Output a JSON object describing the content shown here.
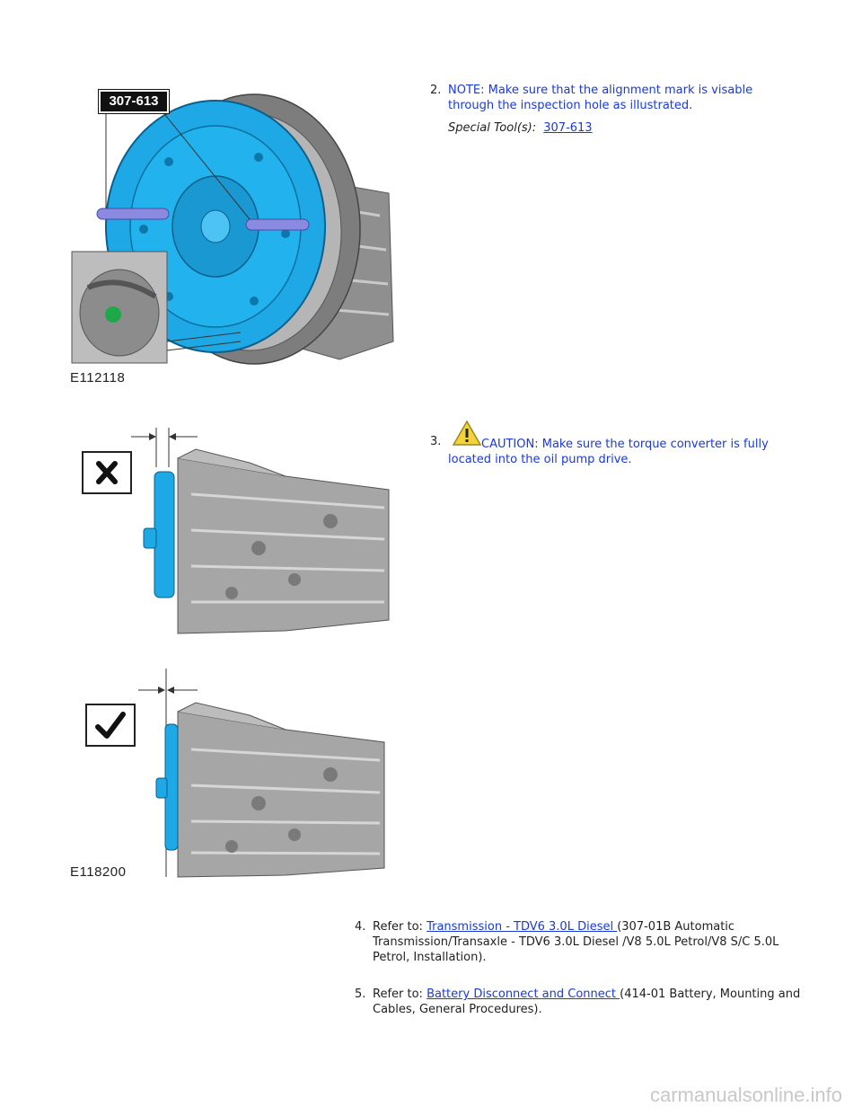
{
  "steps": [
    {
      "number": "2.",
      "note": "NOTE: Make sure that the alignment mark is visable",
      "note_line2": "through the inspection hole as illustrated.",
      "special_tools_label": "Special Tool(s):",
      "special_tools_link": "307-613"
    },
    {
      "number": "3.",
      "caution_line1": "CAUTION: Make sure the torque converter is fully",
      "caution_line2": "located into the oil pump drive."
    },
    {
      "number": "4.",
      "prefix": "Refer to:",
      "link": "Transmission - TDV6 3.0L Diesel ",
      "rest_line1": "(307-01B Automatic",
      "rest_line2": "Transmission/Transaxle - TDV6 3.0L Diesel /V8 5.0L Petrol/V8 S/C 5.0L",
      "rest_line3": "Petrol, Installation)."
    },
    {
      "number": "5.",
      "prefix": "Refer to:",
      "link": "Battery Disconnect and Connect ",
      "rest_line1": "(414-01 Battery, Mounting and",
      "rest_line2": "Cables, General Procedures)."
    }
  ],
  "figures": {
    "fig1_tool_tag": "307-613",
    "fig1_id": "E112118",
    "fig2_id": "E118200"
  },
  "watermark": "carmanualsonline.info",
  "colors": {
    "text_blue": "#1a3ad8",
    "part_blue": "#1ea8e6",
    "casting_gray": "#9a9a9a",
    "tool_purple": "#8a8ae0"
  }
}
